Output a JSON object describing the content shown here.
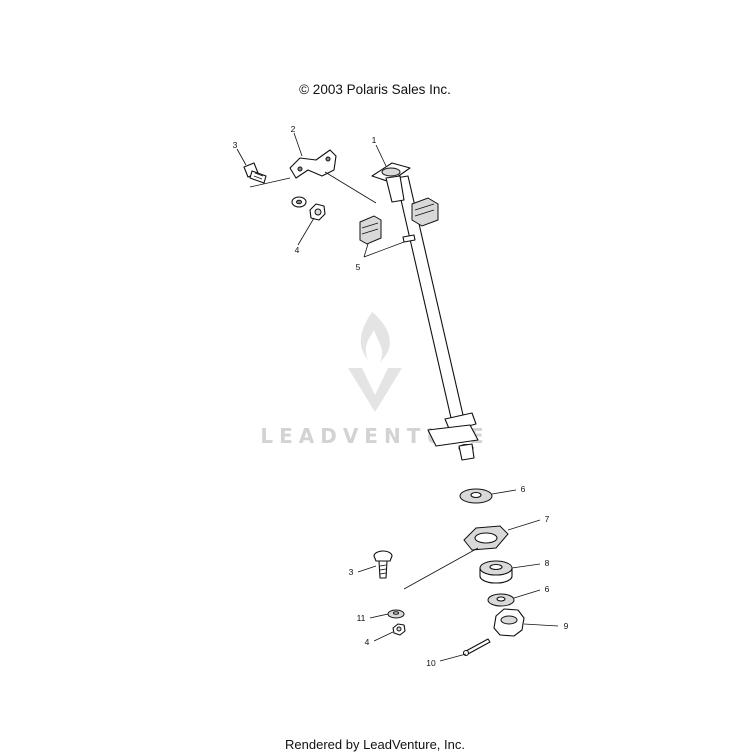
{
  "copyright": "© 2003 Polaris Sales Inc.",
  "footer": "Rendered by LeadVenture, Inc.",
  "watermark": "LEADVENTURE",
  "callouts": {
    "c1": "1",
    "c2": "2",
    "c3a": "3",
    "c4a": "4",
    "c5": "5",
    "c6a": "6",
    "c7": "7",
    "c8": "8",
    "c6b": "6",
    "c9": "9",
    "c3b": "3",
    "c11": "11",
    "c4b": "4",
    "c10": "10"
  }
}
